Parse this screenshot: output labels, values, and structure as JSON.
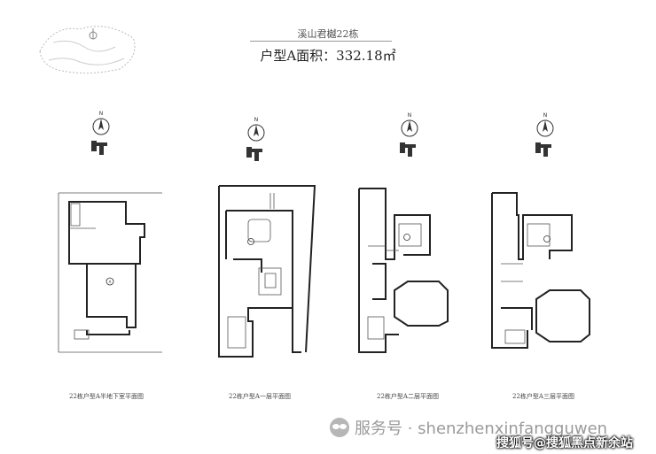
{
  "header": {
    "building": "溪山君樾22栋",
    "area_line": "户型A面积：332.18㎡"
  },
  "plans": [
    {
      "caption": "22栋户型A半地下室平面图",
      "compass": "N"
    },
    {
      "caption": "22栋户型A一层平面图",
      "compass": "N"
    },
    {
      "caption": "22栋户型A二层平面图",
      "compass": "N"
    },
    {
      "caption": "22栋户型A三层平面图",
      "compass": "N"
    }
  ],
  "watermark": {
    "source": "服务号 · shenzhenxinfangguwen",
    "brand": "搜狐号@搜狐黑点新余站"
  },
  "icons": [
    "compass-icon",
    "wechat-logo-icon"
  ]
}
